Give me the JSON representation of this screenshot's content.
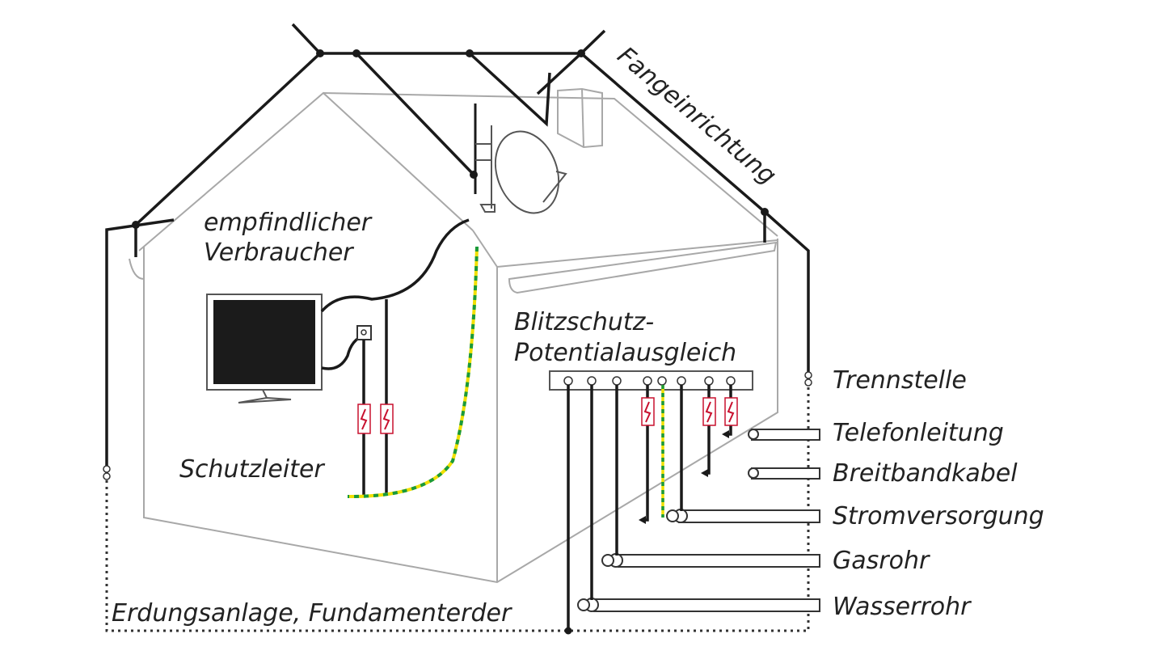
{
  "labels": {
    "fangeinrichtung": "Fangeinrichtung",
    "verbraucher_1": "empfindlicher",
    "verbraucher_2": "Verbraucher",
    "blitzschutz_1": "Blitzschutz-",
    "blitzschutz_2": "Potentialausgleich",
    "trennstelle": "Trennstelle",
    "telefonleitung": "Telefonleitung",
    "breitbandkabel": "Breitbandkabel",
    "stromversorgung": "Stromversorgung",
    "gasrohr": "Gasrohr",
    "wasserrohr": "Wasserrohr",
    "schutzleiter": "Schutzleiter",
    "erdung": "Erdungsanlage, Fundamenterder"
  },
  "colors": {
    "conductor": "#1a1a1a",
    "house": "#a8a8a8",
    "surge_protector": "#c8102e",
    "pe_green": "#1a9a3a",
    "pe_yellow": "#f0e000"
  }
}
